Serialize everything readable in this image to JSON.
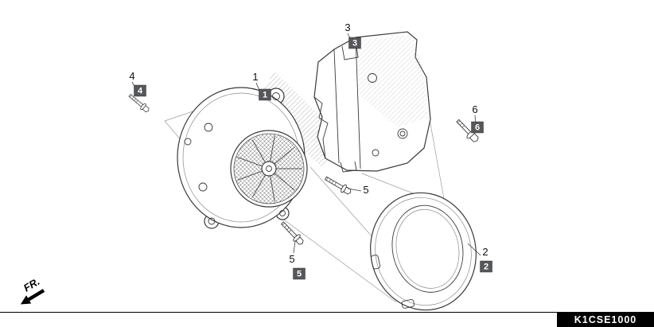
{
  "diagram_code": "K1CSE1000",
  "front_label": "FR.",
  "callouts": {
    "part1": "1",
    "part2": "2",
    "part3": "3",
    "part4": "4",
    "part5": "5",
    "part6": "6"
  }
}
